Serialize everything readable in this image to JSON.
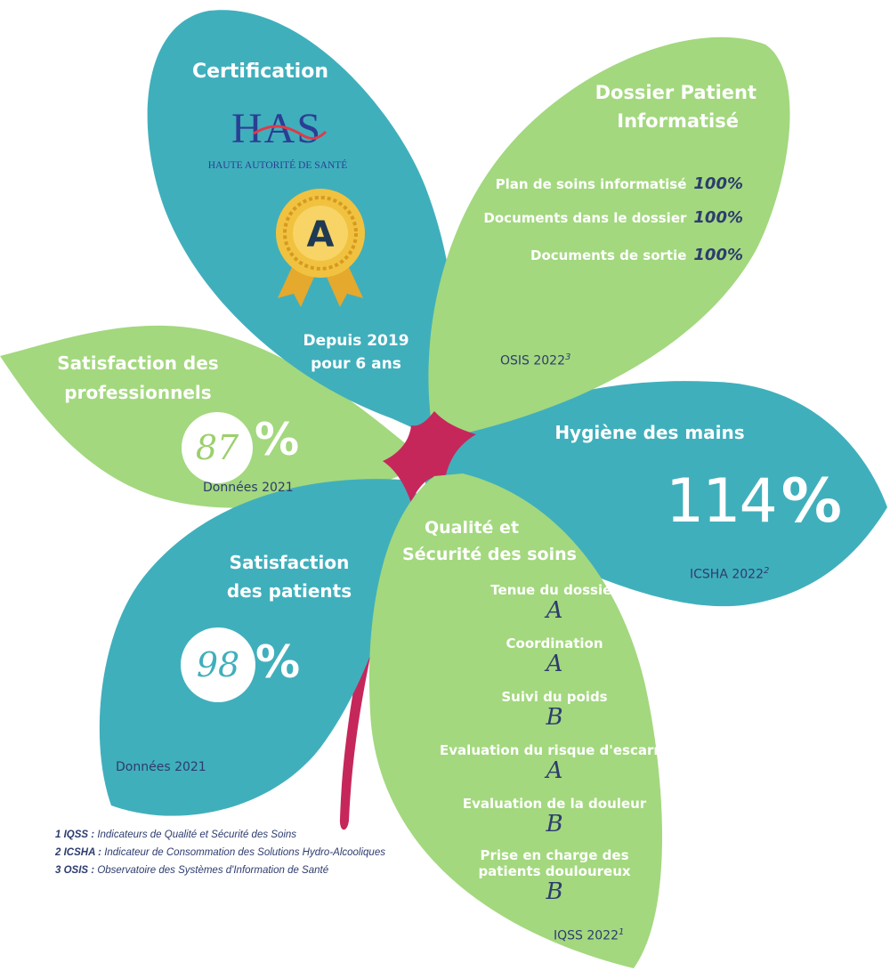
{
  "colors": {
    "teal": "#40afbc",
    "green": "#a3d87e",
    "magenta": "#c6275b",
    "navy": "#2d3c6e",
    "white": "#ffffff"
  },
  "certification": {
    "title": "Certification",
    "logo_letters": "HAS",
    "logo_subtitle": "HAUTE AUTORITÉ DE SANTÉ",
    "grade": "A",
    "since_line1": "Depuis 2019",
    "since_line2": "pour 6 ans"
  },
  "dossier": {
    "title_line1": "Dossier Patient",
    "title_line2": "Informatisé",
    "items": [
      {
        "label": "Plan de soins informatisé",
        "value": "100%"
      },
      {
        "label": "Documents dans le dossier",
        "value": "100%"
      },
      {
        "label": "Documents de sortie",
        "value": "100%"
      }
    ],
    "source": "OSIS 2022",
    "source_ref": "3"
  },
  "hygiene": {
    "title": "Hygiène des mains",
    "value": "114",
    "unit": "%",
    "source": "ICSHA 2022",
    "source_ref": "2"
  },
  "professionnels": {
    "title_line1": "Satisfaction des",
    "title_line2": "professionnels",
    "value": "87",
    "unit": "%",
    "source": "Données 2021"
  },
  "patients": {
    "title_line1": "Satisfaction",
    "title_line2": "des patients",
    "value": "98",
    "unit": "%",
    "source": "Données 2021"
  },
  "qualite": {
    "title_line1": "Qualité et",
    "title_line2": "Sécurité des soins",
    "items": [
      {
        "label": "Tenue du dossier",
        "grade": "A"
      },
      {
        "label": "Coordination",
        "grade": "A"
      },
      {
        "label": "Suivi du poids",
        "grade": "B"
      },
      {
        "label": "Evaluation du risque d'escarre",
        "grade": "A"
      },
      {
        "label": "Evaluation de la douleur",
        "grade": "B"
      },
      {
        "label_line1": "Prise en charge des",
        "label_line2": "patients douloureux",
        "grade": "B"
      }
    ],
    "source": "IQSS 2022",
    "source_ref": "1"
  },
  "footnotes": [
    {
      "key": "1 IQSS :",
      "text": "Indicateurs de Qualité et Sécurité des Soins"
    },
    {
      "key": "2 ICSHA :",
      "text": "Indicateur de Consommation des Solutions Hydro-Alcooliques"
    },
    {
      "key": "3 OSIS :",
      "text": "Observatoire des Systèmes d'Information de Santé"
    }
  ]
}
